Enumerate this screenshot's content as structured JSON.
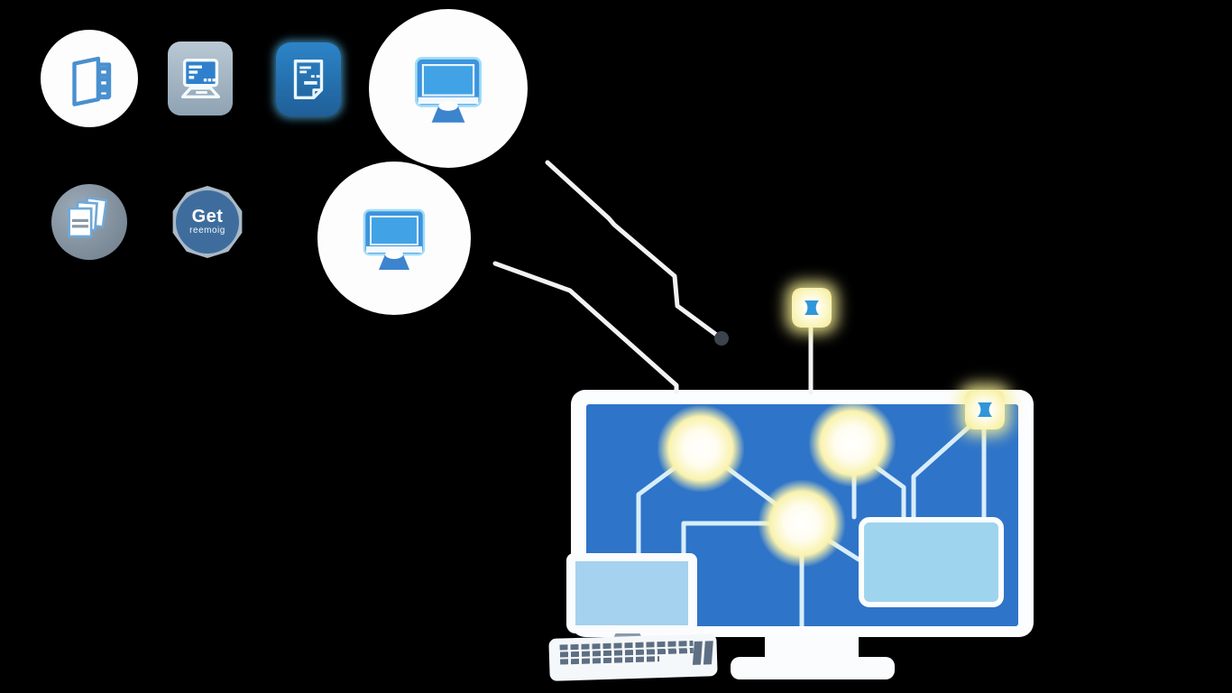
{
  "badge": {
    "title": "Get",
    "subtitle": "reemoig"
  },
  "icons": [
    {
      "name": "notebook-icon",
      "style": "blue outline notebook with side tabs in white circle"
    },
    {
      "name": "desktop-computer-icon",
      "style": "blue CRT monitor with keyboard on gray rounded square"
    },
    {
      "name": "document-icon",
      "style": "white outline document with text lines on glowing blue rounded square"
    },
    {
      "name": "documents-stack-icon",
      "style": "stacked white pages on gray circle"
    },
    {
      "name": "get-badge",
      "style": "blue round badge with Get text"
    }
  ],
  "hub_icons": [
    {
      "name": "desktop-monitor-icon",
      "style": "blue iMac-style monitor in large white circle"
    },
    {
      "name": "desktop-monitor-icon",
      "style": "blue iMac-style monitor in large white circle"
    }
  ],
  "illustration": {
    "monitor": "large white-framed monitor with blue screen showing a glowing network diagram",
    "screen_nodes": [
      "glow-circle",
      "glow-circle",
      "glow-circle",
      "glow-square-corner"
    ],
    "floating_nodes": [
      "glow-square-above-monitor"
    ],
    "panel": "light blue rounded panel on screen",
    "foreground": [
      "small laptop display",
      "keyboard",
      "monitor stand"
    ]
  },
  "palette": {
    "background": "#000000",
    "icon_blue": "#3a8fd8",
    "screen_blue": "#2e74c8",
    "panel_blue": "#9fd4ee",
    "network_line": "#d8edfa",
    "connector_white": "#f2f2f2",
    "connector_dot": "#3c434c",
    "glow_yellow": "#f7ee9e",
    "node_blue": "#2f96d8",
    "badge_blue": "#3e6d9d",
    "white": "#ffffff"
  }
}
